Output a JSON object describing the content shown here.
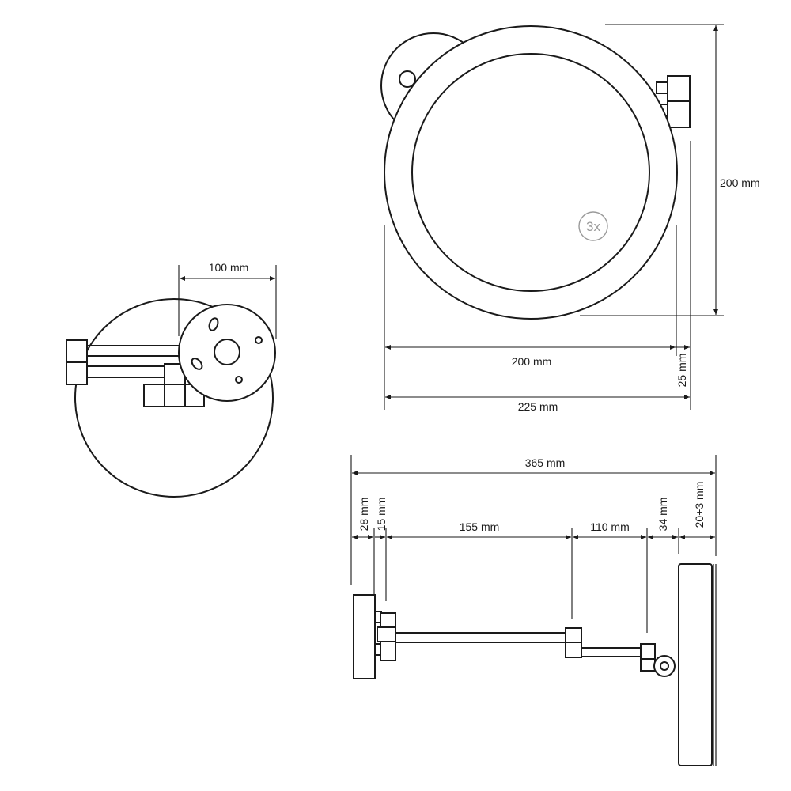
{
  "magnification_badge": "3x",
  "colors": {
    "line": "#1a1a1a",
    "badge": "#9a9a9a",
    "background": "#ffffff"
  },
  "top_view": {
    "dim_plate_offset": "100 mm"
  },
  "front_view": {
    "dim_height": "200 mm",
    "dim_mirror_diameter": "200 mm",
    "dim_frame_width": "225 mm",
    "dim_rim": "25 mm"
  },
  "side_view": {
    "dim_total_reach": "365 mm",
    "dim_plate_depth": "28 mm",
    "dim_joint": "15 mm",
    "dim_arm_1": "155 mm",
    "dim_arm_2": "110 mm",
    "dim_hinge": "34 mm",
    "dim_mirror_depth": "20+3 mm"
  }
}
